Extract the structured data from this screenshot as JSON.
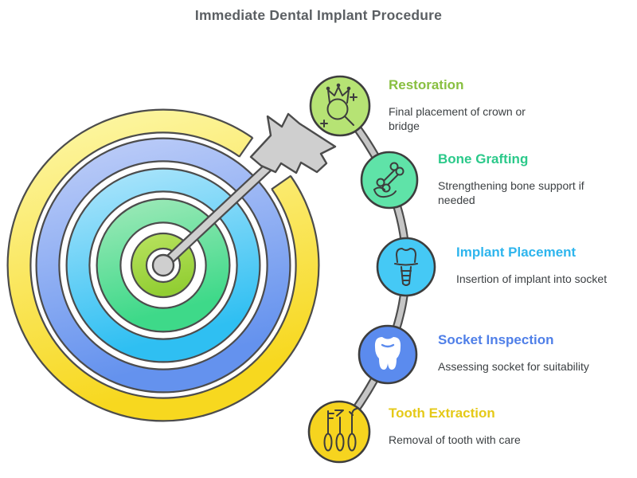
{
  "title": {
    "text": "Immediate Dental Implant Procedure",
    "color": "#5b5f63"
  },
  "steps": [
    {
      "label": "Restoration",
      "description": "Final placement of crown or bridge",
      "label_color": "#88bf40",
      "circle_color": "#b6e374",
      "icon": "crown-magnifier"
    },
    {
      "label": "Bone Grafting",
      "description": "Strengthening bone support if needed",
      "label_color": "#2bc98a",
      "circle_color": "#5fe3a8",
      "icon": "hand-bone"
    },
    {
      "label": "Implant Placement",
      "description": "Insertion of implant into socket",
      "label_color": "#2eb5ed",
      "circle_color": "#45c9f5",
      "icon": "dental-implant"
    },
    {
      "label": "Socket Inspection",
      "description": "Assessing socket for suitability",
      "label_color": "#4f7fe8",
      "circle_color": "#5b8bee",
      "icon": "tooth"
    },
    {
      "label": "Tooth Extraction",
      "description": "Removal of tooth with care",
      "label_color": "#e5c918",
      "circle_color": "#f6d41f",
      "icon": "dental-tools"
    }
  ],
  "target": {
    "rings": [
      {
        "name": "outer-yellow",
        "light": "#fdf7a6",
        "dark": "#f7d81f"
      },
      {
        "name": "blue",
        "light": "#bdcdf8",
        "dark": "#6492ee"
      },
      {
        "name": "cyan",
        "light": "#a9e4fb",
        "dark": "#2fbff2"
      },
      {
        "name": "green",
        "light": "#97e8b5",
        "dark": "#3ed989"
      },
      {
        "name": "center-lime",
        "light": "#b9e360",
        "dark": "#92ce33"
      }
    ],
    "arrow_fill": "#cfcfcf",
    "arrow_outline": "#4c4c4c"
  },
  "connector": {
    "fill": "#c6c6c6",
    "outline": "#4c4c4c"
  },
  "text_color": "#3c4043",
  "background": "#ffffff"
}
